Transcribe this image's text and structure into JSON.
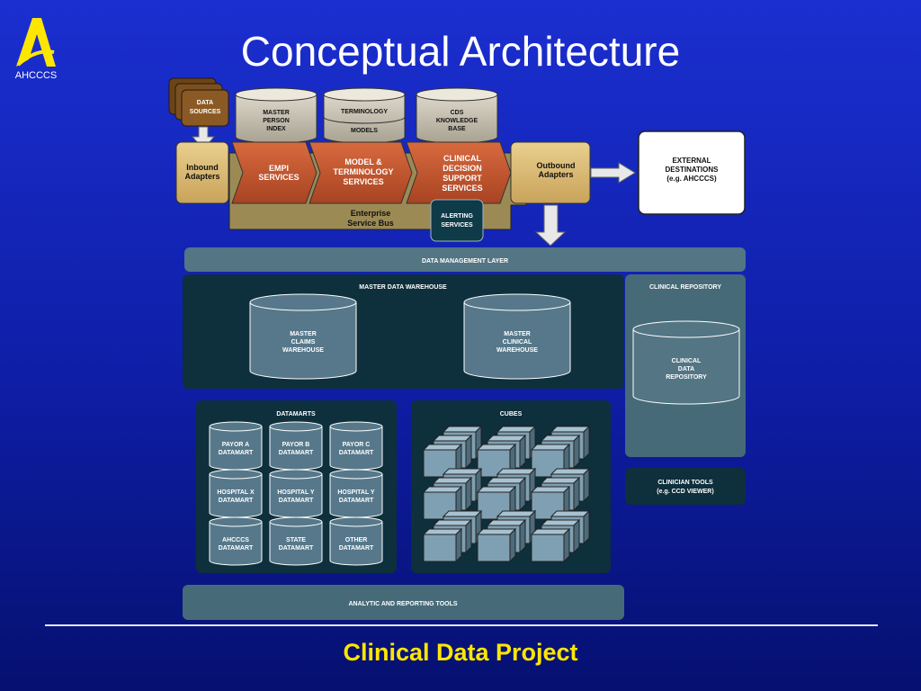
{
  "slide": {
    "title": "Conceptual Architecture",
    "logo_text": "AHCCCS",
    "footer": "Clinical Data Project"
  },
  "diagram": {
    "data_sources": [
      "DATA",
      "SOURCES"
    ],
    "master_person_index": [
      "MASTER",
      "PERSON",
      "INDEX"
    ],
    "terminology": "TERMINOLOGY",
    "models": "MODELS",
    "cds_knowledge_base": [
      "CDS",
      "KNOWLEDGE",
      "BASE"
    ],
    "inbound_adapters": [
      "Inbound",
      "Adapters"
    ],
    "empi_services": [
      "EMPI",
      "SERVICES"
    ],
    "model_terminology_services": [
      "MODEL &",
      "TERMINOLOGY",
      "SERVICES"
    ],
    "clinical_decision_support_services": [
      "CLINICAL",
      "DECISION",
      "SUPPORT",
      "SERVICES"
    ],
    "outbound_adapters": [
      "Outbound",
      "Adapters"
    ],
    "external_destinations": [
      "EXTERNAL",
      "DESTINATIONS",
      "(e.g. AHCCCS)"
    ],
    "enterprise_service_bus": [
      "Enterprise",
      "Service Bus"
    ],
    "alerting_services": [
      "ALERTING",
      "SERVICES"
    ],
    "data_management_layer": "DATA MANAGEMENT LAYER",
    "master_data_warehouse": {
      "title": "MASTER DATA WAREHOUSE",
      "claims": [
        "MASTER",
        "CLAIMS",
        "WAREHOUSE"
      ],
      "clinical": [
        "MASTER",
        "CLINICAL",
        "WAREHOUSE"
      ]
    },
    "clinical_repository": {
      "title": "CLINICAL REPOSITORY",
      "store": [
        "CLINICAL",
        "DATA",
        "REPOSITORY"
      ]
    },
    "datamarts": {
      "title": "DATAMARTS",
      "items": [
        [
          "PAYOR A",
          "DATAMART"
        ],
        [
          "PAYOR B",
          "DATAMART"
        ],
        [
          "PAYOR C",
          "DATAMART"
        ],
        [
          "HOSPITAL X",
          "DATAMART"
        ],
        [
          "HOSPITAL Y",
          "DATAMART"
        ],
        [
          "HOSPITAL Y",
          "DATAMART"
        ],
        [
          "AHCCCS",
          "DATAMART"
        ],
        [
          "STATE",
          "DATAMART"
        ],
        [
          "OTHER",
          "DATAMART"
        ]
      ]
    },
    "cubes": {
      "title": "CUBES"
    },
    "clinician_tools": [
      "CLINICIAN TOOLS",
      "(e.g. CCD VIEWER)"
    ],
    "analytic_reporting_tools": "ANALYTIC AND REPORTING TOOLS"
  }
}
